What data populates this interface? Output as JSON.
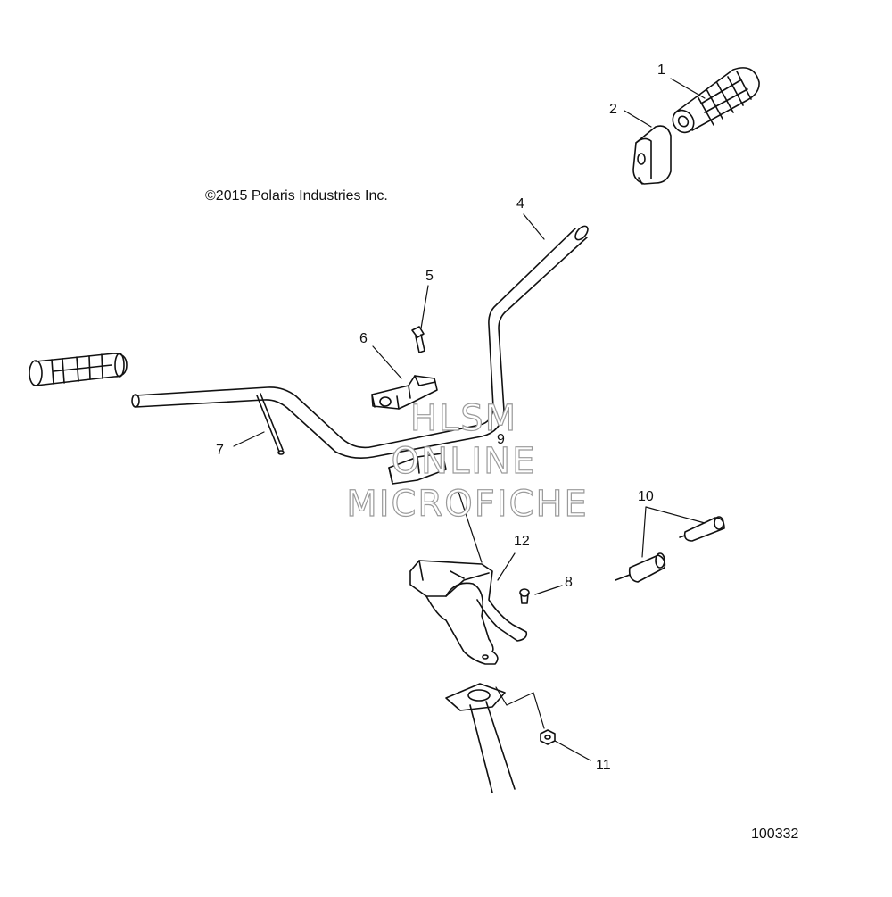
{
  "diagram": {
    "copyright": "©2015 Polaris Industries Inc.",
    "figure_number": "100332",
    "watermark": [
      "HLSM",
      "ONLINE",
      "MICROFICHE"
    ],
    "callouts": [
      "1",
      "2",
      "4",
      "5",
      "6",
      "7",
      "9",
      "10",
      "12",
      "8",
      "11"
    ]
  }
}
